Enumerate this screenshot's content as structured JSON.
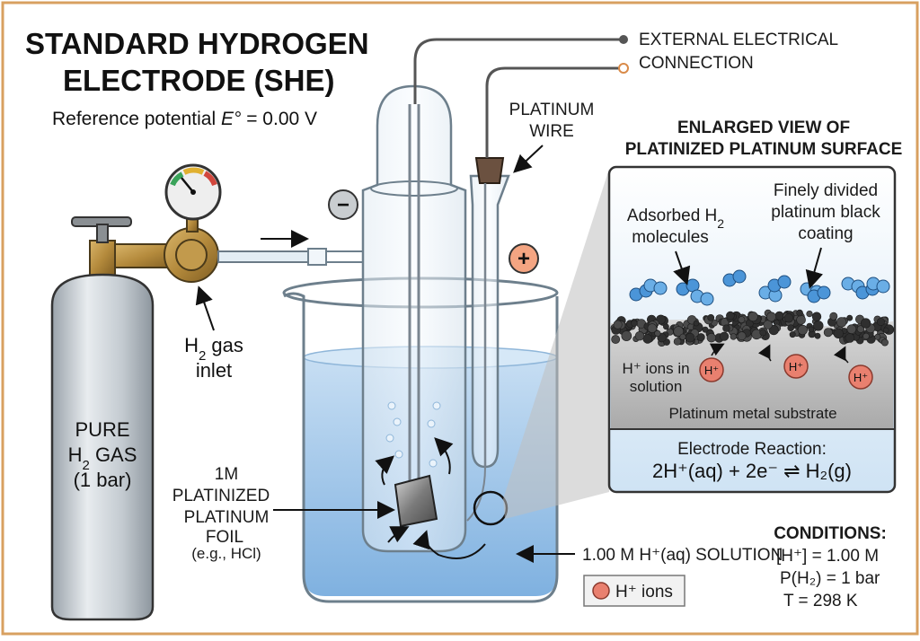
{
  "title": {
    "line1": "STANDARD HYDROGEN",
    "line2": "ELECTRODE (SHE)",
    "subtitle_prefix": "Reference potential ",
    "subtitle_symbol": "E°",
    "subtitle_suffix": " = 0.00 V"
  },
  "labels": {
    "external_line1": "EXTERNAL ELECTRICAL",
    "external_line2": "CONNECTION",
    "platinum_wire_line1": "PLATINUM",
    "platinum_wire_line2": "WIRE",
    "minus_sign": "−",
    "plus_sign": "+",
    "gas_inlet_h": "H",
    "gas_inlet_sub": "2",
    "gas_inlet_text": " gas",
    "gas_inlet_line2": "inlet",
    "cylinder_line1": "PURE",
    "cylinder_line2_h": "H",
    "cylinder_line2_sub": "2",
    "cylinder_line2_rest": " GAS",
    "cylinder_line3": "(1 bar)",
    "foil_line1": "1M",
    "foil_line2": "PLATINIZED",
    "foil_line3": "PLATINUM",
    "foil_line4": "FOIL",
    "foil_line5": "(e.g., HCl)",
    "solution": "1.00 M H⁺(aq) SOLUTION"
  },
  "enlarged": {
    "heading_line1": "ENLARGED VIEW OF",
    "heading_line2": "PLATINIZED PLATINUM SURFACE",
    "adsorbed_line1": "Adsorbed H",
    "adsorbed_sub": "2",
    "adsorbed_line2": "molecules",
    "black_line1": "Finely divided",
    "black_line2": "platinum black",
    "black_line3": "coating",
    "ions_line1": "H⁺ ions in",
    "ions_line2": "solution",
    "ion_symbol": "H⁺",
    "substrate": "Platinum metal substrate",
    "reaction_title": "Electrode Reaction:",
    "reaction_equation": "2H⁺(aq) + 2e⁻ ⇌ H₂(g)"
  },
  "conditions": {
    "title": "CONDITIONS:",
    "line1": "[H⁺] = 1.00 M",
    "line2": "P(H₂) = 1 bar",
    "line3": "T = 298 K"
  },
  "legend": {
    "label": "H⁺ ions"
  },
  "colors": {
    "frame": "#d8a060",
    "water": "#a9cdee",
    "ion": "#e9806f",
    "h2_molecule": "#4b95d8",
    "platinum_black": "#3a3a3a",
    "plus_badge": "#f4a582"
  }
}
